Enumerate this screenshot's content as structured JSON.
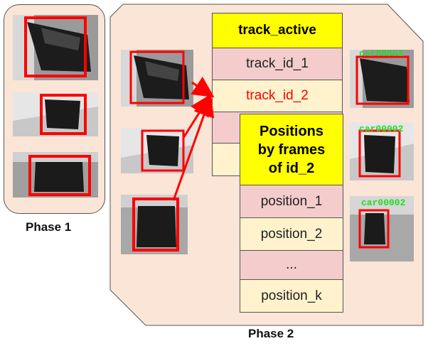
{
  "phase1": {
    "label": "Phase 1"
  },
  "phase2": {
    "label": "Phase 2"
  },
  "track_table": {
    "header": "track_active",
    "rows": [
      "track_id_1",
      "track_id_2"
    ],
    "highlight_color": "#ff0000"
  },
  "positions_table": {
    "header_line1": "Positions",
    "header_line2": "by frames",
    "header_line3": "of id_2",
    "rows": [
      "position_1",
      "position_2",
      "...",
      "position_k"
    ]
  },
  "detections": {
    "label": "car00002",
    "label_color": "#22dd22",
    "box_color": "#ff0000"
  },
  "colors": {
    "panel_fill": "#fbe5d6",
    "header_fill": "#ffff00",
    "row_pink": "#f4cccc",
    "row_cream": "#fff2cc",
    "arrow": "#ff0000"
  }
}
